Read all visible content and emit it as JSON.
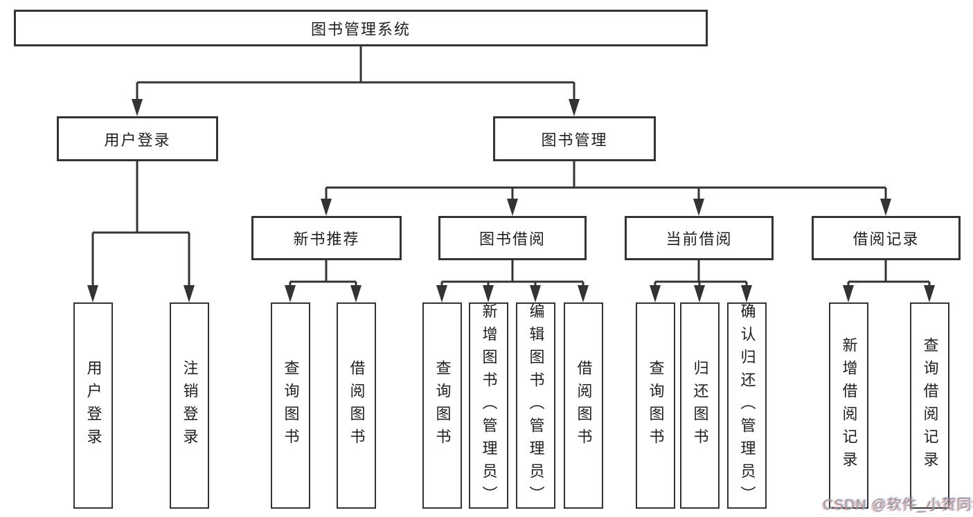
{
  "tree": {
    "root": "图书管理系统",
    "level2": [
      {
        "label": "用户登录"
      },
      {
        "label": "图书管理"
      }
    ],
    "level3": [
      {
        "label": "新书推荐"
      },
      {
        "label": "图书借阅"
      },
      {
        "label": "当前借阅"
      },
      {
        "label": "借阅记录"
      }
    ],
    "leafGroups": [
      {
        "parent": "用户登录",
        "leaves": [
          "用户登录",
          "注销登录"
        ]
      },
      {
        "parent": "新书推荐",
        "leaves": [
          "查询图书",
          "借阅图书"
        ]
      },
      {
        "parent": "图书借阅",
        "leaves": [
          "查询图书",
          "新增图书（管理员）",
          "编辑图书（管理员）",
          "借阅图书"
        ]
      },
      {
        "parent": "当前借阅",
        "leaves": [
          "查询图书",
          "归还图书",
          "确认归还（管理员）"
        ]
      },
      {
        "parent": "借阅记录",
        "leaves": [
          "新增借阅记录",
          "查询借阅记录"
        ]
      }
    ]
  },
  "watermark": {
    "text": "CSDN @软件_小贺同学",
    "color": "#9b9b9b"
  },
  "colors": {
    "line": "#333333",
    "box_border": "#333333",
    "text": "#1f1f1f",
    "background": "#ffffff"
  }
}
